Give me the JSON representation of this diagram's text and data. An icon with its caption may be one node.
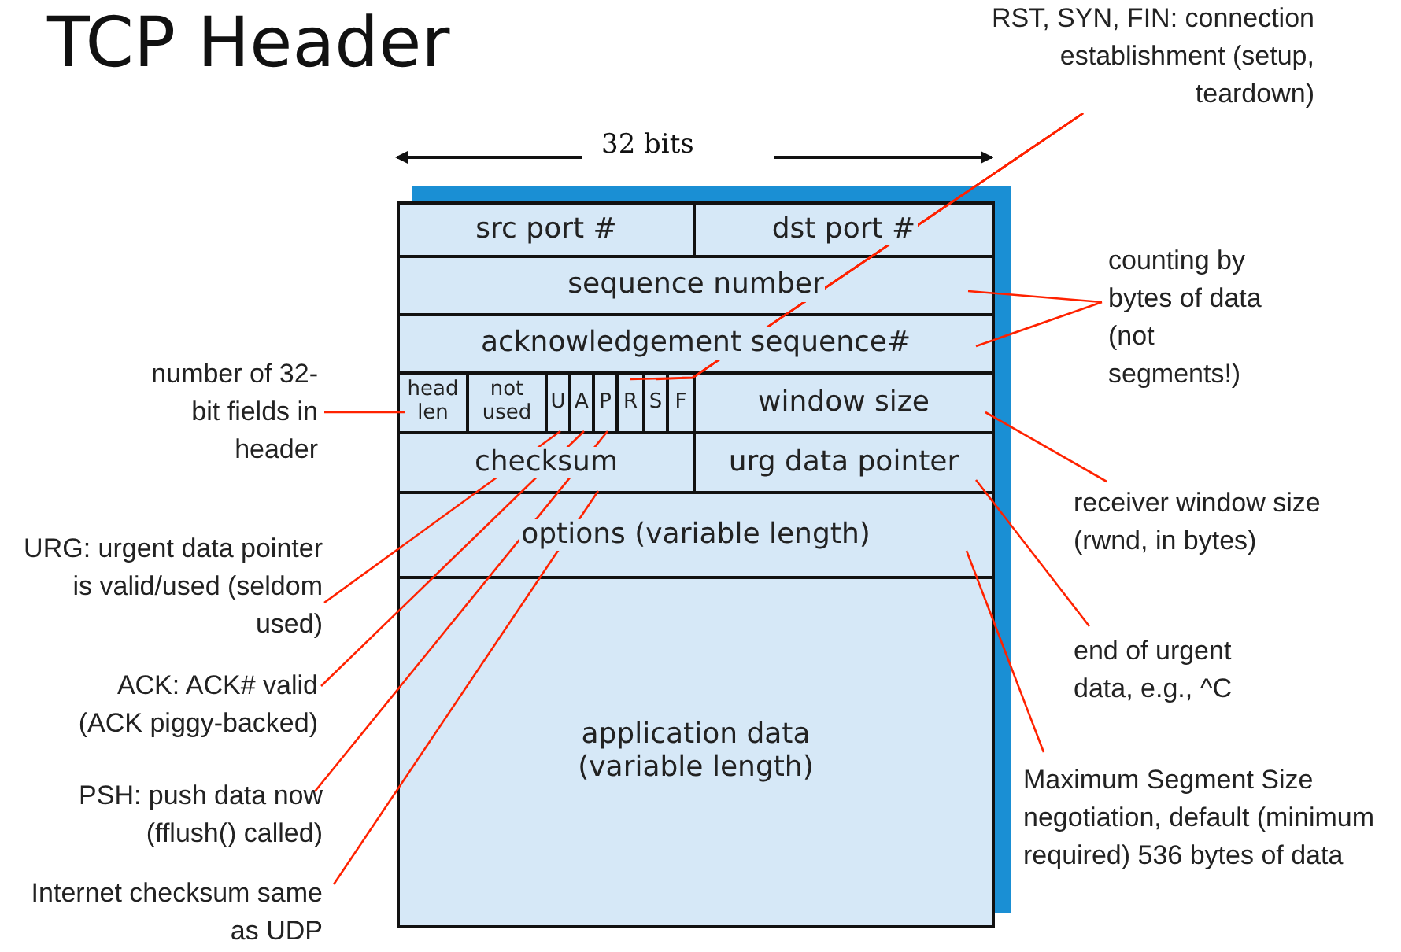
{
  "diagram": {
    "title": "TCP Header",
    "nodes": [
      {
        "text": [
          "RST, SYN, FIN: connection establishment (setup, teardown)"
        ]
      },
      {
        "text": [
          "src port #"
        ]
      },
      {
        "text": [
          "dst port #"
        ]
      },
      {
        "text": [
          "sequence number"
        ]
      },
      {
        "text": [
          "counting by bytes of data (not segments!)"
        ]
      },
      {
        "text": [
          "acknowledgement sequence#"
        ]
      },
      {
        "text": [
          "number of 32-bit fields in header"
        ]
      },
      {
        "text": [
          "head len"
        ]
      },
      {
        "text": [
          "not used"
        ]
      },
      {
        "text": [
          "U"
        ]
      },
      {
        "text": [
          "A"
        ]
      },
      {
        "text": [
          "P"
        ]
      },
      {
        "text": [
          "R"
        ]
      },
      {
        "text": [
          "S"
        ]
      },
      {
        "text": [
          "F"
        ]
      },
      {
        "text": [
          "window size"
        ]
      },
      {
        "text": [
          "checksum"
        ]
      },
      {
        "text": [
          "urg data pointer"
        ]
      },
      {
        "text": [
          "receiver window size (rwnd, in bytes)"
        ]
      },
      {
        "text": [
          "URG: urgent data pointer is valid/used (seldom used)"
        ]
      },
      {
        "text": [
          "options (variable length)"
        ]
      },
      {
        "text": [
          "ACK: ACK# valid (ACK piggy-backed)"
        ]
      },
      {
        "text": [
          "end of urgent data, e.g., ^C"
        ]
      },
      {
        "text": [
          "application data (variable length)"
        ]
      },
      {
        "text": [
          "PSH: push data now (fflush() called)"
        ]
      },
      {
        "text": [
          "Maximum Segment Size negotiation, default (minimum required) 536 bytes of data"
        ]
      },
      {
        "text": [
          "Internet checksum same as UDP"
        ]
      }
    ],
    "edges": [
      {
        "from": 0,
        "to": 12,
        "arrow": "none",
        "color": "#ff2200"
      },
      {
        "from": 0,
        "to": 13,
        "arrow": "none",
        "color": "#ff2200"
      },
      {
        "from": 0,
        "to": 14,
        "arrow": "none",
        "color": "#ff2200"
      },
      {
        "from": 4,
        "to": 3,
        "arrow": "none",
        "color": "#ff2200"
      },
      {
        "from": 4,
        "to": 5,
        "arrow": "none",
        "color": "#ff2200"
      },
      {
        "from": 6,
        "to": 7,
        "arrow": "none",
        "color": "#ff2200"
      },
      {
        "from": 18,
        "to": 15,
        "arrow": "none",
        "color": "#ff2200"
      },
      {
        "from": 19,
        "to": 9,
        "arrow": "none",
        "color": "#ff2200"
      },
      {
        "from": 21,
        "to": 10,
        "arrow": "none",
        "color": "#ff2200"
      },
      {
        "from": 22,
        "to": 17,
        "arrow": "none",
        "color": "#ff2200"
      },
      {
        "from": 24,
        "to": 11,
        "arrow": "none",
        "color": "#ff2200"
      },
      {
        "from": 25,
        "to": 20,
        "arrow": "none",
        "color": "#ff2200"
      },
      {
        "from": 26,
        "to": 16,
        "arrow": "none",
        "color": "#ff2200"
      }
    ],
    "labels": [
      "32 bits"
    ]
  }
}
